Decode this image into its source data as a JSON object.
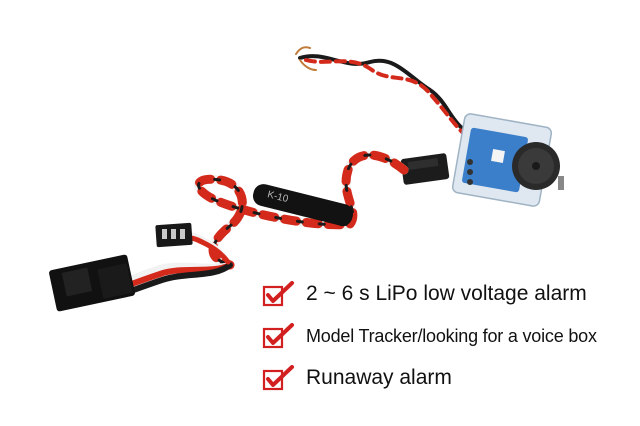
{
  "colors": {
    "check": "#d21f1f",
    "wire_red": "#d42a1c",
    "wire_black": "#1a1a1a",
    "wire_white": "#f2f2f2",
    "board_blue": "#3b7ec9"
  },
  "features": [
    {
      "icon": "red-checkmark",
      "text": "2 ~ 6 s LiPo low voltage alarm"
    },
    {
      "icon": "red-checkmark",
      "text": "Model Tracker/looking for a voice box"
    },
    {
      "icon": "red-checkmark",
      "text": "Runaway alarm"
    }
  ],
  "product": {
    "cable_marking": "K-10"
  }
}
